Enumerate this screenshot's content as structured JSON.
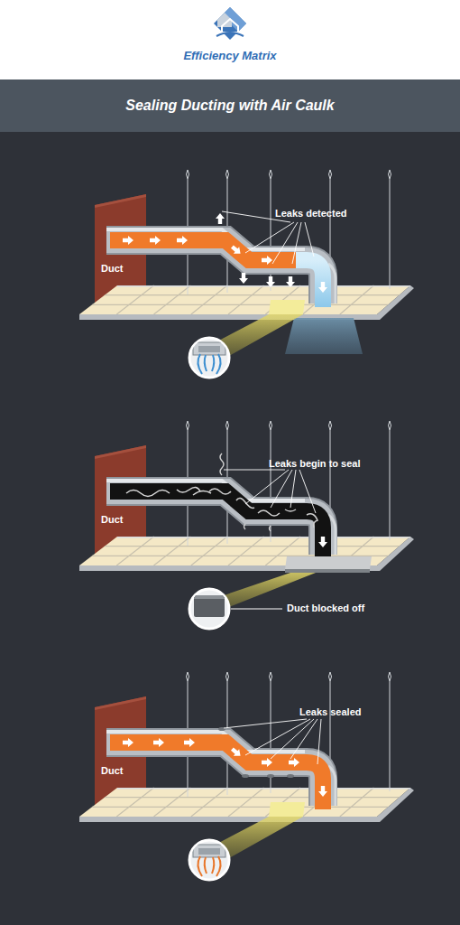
{
  "diagram": {
    "title": "Sealing Ducting with Air Caulk",
    "nodes": [
      {
        "text": [
          "Duct"
        ]
      },
      {
        "text": [
          "Duct"
        ]
      },
      {
        "text": [
          "Duct"
        ]
      }
    ],
    "labels": [
      "Efficiency Matrix",
      "Leaks detected",
      "Leaks begin to seal",
      "Duct blocked off",
      "Leaks sealed"
    ]
  }
}
